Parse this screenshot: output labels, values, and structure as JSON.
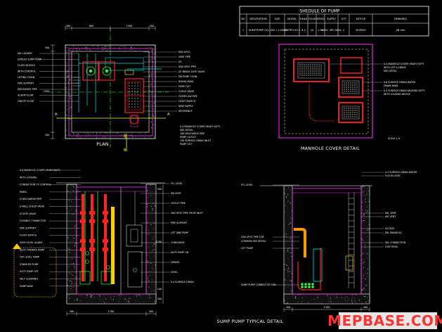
{
  "titles": {
    "plan": "PLAN",
    "manhole": "MANHOLE COVER DETAIL",
    "typical": "SUMP PUMP TYPICAL DETAIL",
    "pump_schedule": "SHEDULE OF PUMP"
  },
  "schedule": {
    "headers": [
      "NO",
      "DESCRIPTION",
      "SIZE",
      "MODEL",
      "HEAD",
      "FLOW",
      "SPEED",
      "SUPPLY",
      "QTY",
      "MOTOR",
      "REMARKS"
    ],
    "row": [
      "1",
      "SUMP PUMP (S)",
      "1-300 / 1-2007",
      "LIBERTY-50-2",
      "4.2",
      "10",
      "1.55",
      "400V, 3Ph,50Hz",
      "2",
      "DUPLEX",
      "ZB mm"
    ]
  },
  "watermark": "MEPBASE.COM",
  "plan_labels": {
    "left": [
      "DN. LADDER",
      "DUPLEX SUMP PUMP",
      "FLUSH NOZZLE",
      "WITH CONTROL",
      "LIFTING CHAIN",
      "PIPE SUPPORT",
      "DISCHARGE PIPE",
      "ALARM FLOAT",
      "ON/OFF FLOAT"
    ],
    "right": [
      "65Ø UPVC",
      "VENT PIPE",
      "Ø1",
      "65Ø UPVC PIPE",
      "Ø1 BRASS GATE VALVE",
      "DN PUMP CONN.",
      "RISING MAIN",
      "PUMP OUT",
      "CHECK VALVE",
      "OVERFLOW PIPE",
      "FLOAT SWITCH",
      "NEW SUPPLY",
      "REFERENCE"
    ],
    "bottom": [
      "0.4 MANHOLE COVER HEAVY DUTY",
      "SEE DETAIL",
      "100 DISCHARGE PIPE",
      "PUMP OUTLET",
      "150 SURFACE DRAIN INLET",
      "PUMP OUT"
    ],
    "markers": [
      "A",
      "A",
      "B",
      "B"
    ]
  },
  "manhole_labels": {
    "right": [
      "0.4 MANHOLE COVER HEAVY DUTY",
      "WITH LIFT & HINGE",
      "SEE DETAIL",
      "0.6 SURFACE DRAIN WATER",
      "DRAIN MAIN",
      "0.4 SURFACE DRAIN GRATING DUTY",
      "WITH LOCKING DEVICE"
    ],
    "scale": "SCALE 1:X"
  },
  "section_left_labels": {
    "left": [
      "0.4 MANHOLE COVER HEAVY DUTY",
      "WITH LOCKING",
      "CONNECTION TO CONTROL",
      "PANEL",
      "Ø DISCHARGE PIPE",
      "Ø BALL CHECK VALVE",
      "Ø GATE VALVE",
      "FLEXIBLE CONNECTOR",
      "PIPE SUPPORT",
      "FLOAT SWITCH",
      "HIGH LEVEL ALARM",
      "DUTY OPERATE PUMP",
      "OFF LEVEL PUMP",
      "STAND BY PUMP",
      "DUTY PUMP OFF",
      "SELF CLEANING",
      "SUMP BASE"
    ],
    "right": [
      "FFL LEVEL",
      "DN VENT",
      "OUTLET PIPE",
      "50Ø UPVC PIPE FROM INLET",
      "PIPE SUPPORT",
      "LIFT AND PUMP",
      "CONN BASE",
      "DUTY PUMP ON",
      "GRAVEL",
      "LEVEL",
      "0.4 SURFACE DRAIN"
    ]
  },
  "section_right_labels": {
    "left": [
      "FFL LEVEL",
      "25Ø UPVC PIPE FOR",
      "COMMON SEE DETAIL",
      "LIFT PUMP",
      "SUMP PUMP CONNECTOR FOR"
    ],
    "right": [
      "0.4 SURFACE DRAIN WATER",
      "FLOOR LEVEL",
      "DN. VENT",
      "AIR VENT",
      "ACCESS",
      "DN. MANHOLE",
      "DN. CONNECTION",
      "STEP IRON"
    ]
  },
  "dims": {
    "plan_top": [
      "300",
      "600",
      "1500",
      "300"
    ],
    "plan_left": [
      "300",
      "1500",
      "300"
    ],
    "section_bottom": [
      "300",
      "1700",
      "300"
    ],
    "section_right_bottom": [
      "300",
      "1300",
      "300"
    ],
    "levels": [
      "300",
      "1200",
      "100",
      "300"
    ]
  }
}
